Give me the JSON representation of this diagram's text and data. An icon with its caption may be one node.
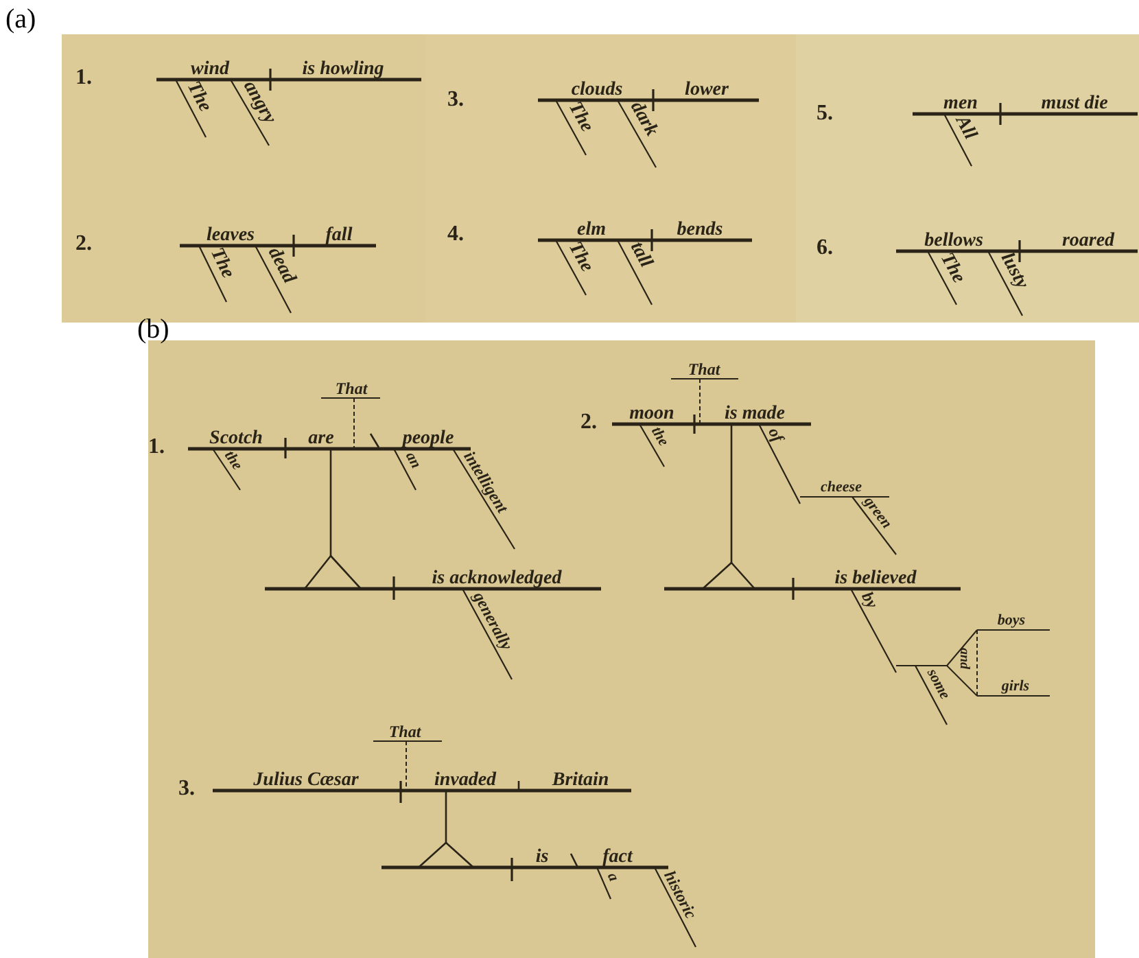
{
  "diagram": {
    "labels": [
      "(a)",
      "1.",
      "wind",
      "is howling",
      "The",
      "angry",
      "2.",
      "leaves",
      "fall",
      "The",
      "dead",
      "3.",
      "clouds",
      "lower",
      "The",
      "dark",
      "4.",
      "elm",
      "bends",
      "The",
      "tall",
      "5.",
      "men",
      "must die",
      "All",
      "6.",
      "bellows",
      "roared",
      "The",
      "lusty",
      "(b)",
      "1.",
      "That",
      "Scotch",
      "are",
      "people",
      "the",
      "an",
      "intelligent",
      "is acknowledged",
      "generally",
      "2.",
      "That",
      "moon",
      "is made",
      "the",
      "of",
      "cheese",
      "green",
      "is believed",
      "by",
      "boys",
      "and",
      "girls",
      "some",
      "3.",
      "That",
      "Julius Cæsar",
      "invaded",
      "Britain",
      "is",
      "fact",
      "a",
      "historic"
    ]
  }
}
